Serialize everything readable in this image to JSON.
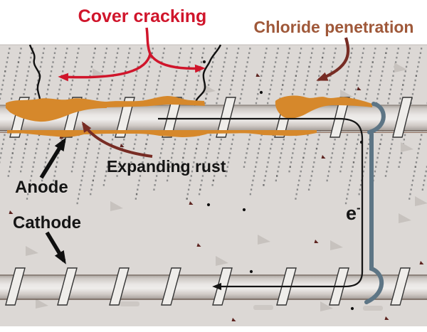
{
  "diagram": {
    "labels": {
      "cover_cracking": "Cover cracking",
      "chloride_penetration": "Chloride penetration",
      "expanding_rust": "Expanding rust",
      "anode": "Anode",
      "cathode": "Cathode",
      "electron": "e",
      "electron_superscript": "-"
    },
    "colors": {
      "cover_cracking_red": "#d0152b",
      "chloride_text_brown": "#9f5839",
      "arrow_maroon": "#772c24",
      "rust_orange": "#d6882b",
      "current_loop_blue_gray": "#5d7585",
      "concrete_gray": "#dcd8d5",
      "label_black": "#151515"
    }
  }
}
